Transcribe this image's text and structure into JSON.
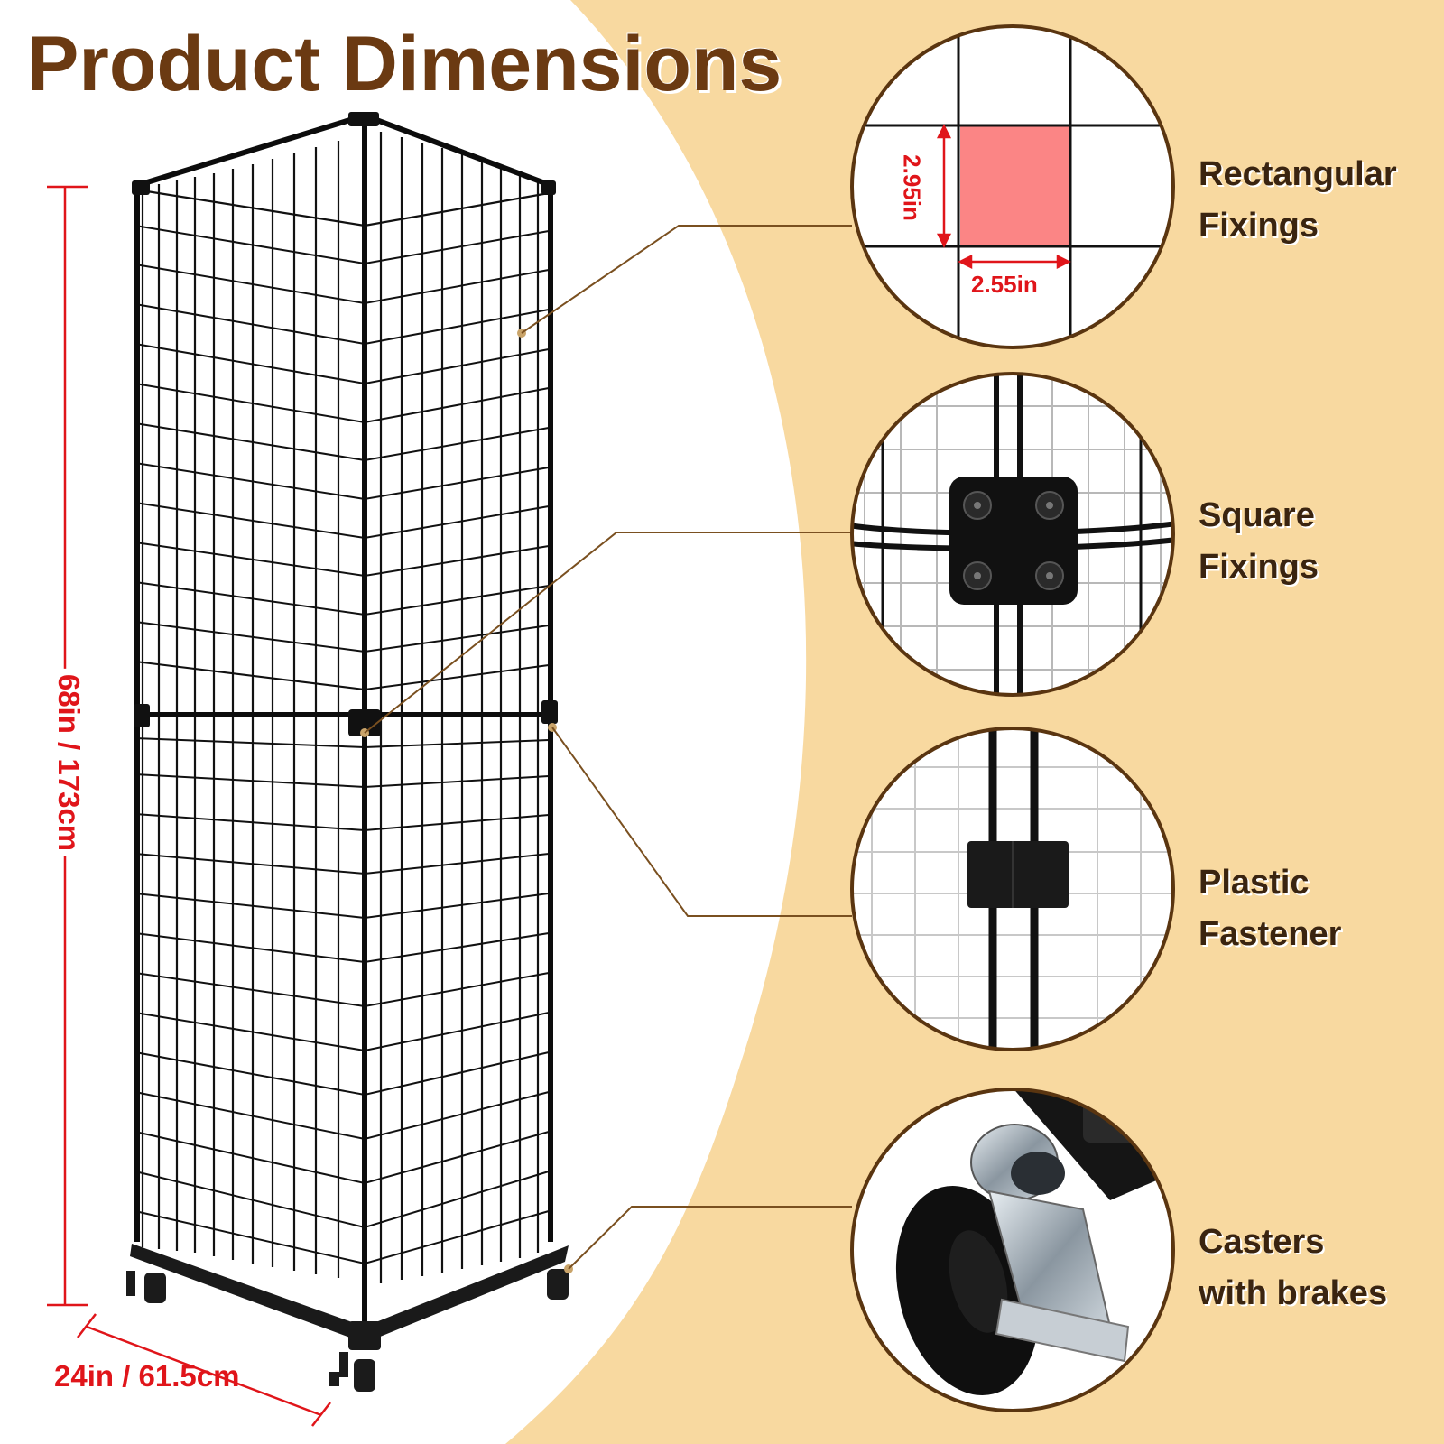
{
  "page_title": "Product Dimensions",
  "dimensions": {
    "height": "68in / 173cm",
    "width": "24in / 61.5cm",
    "grid_width": "2.55in",
    "grid_height": "2.95in"
  },
  "features": [
    {
      "line1": "Rectangular",
      "line2": "Fixings",
      "icon": "grid-closeup"
    },
    {
      "line1": "Square",
      "line2": "Fixings",
      "icon": "square-fixing"
    },
    {
      "line1": "Plastic",
      "line2": "Fastener",
      "icon": "plastic-fastener"
    },
    {
      "line1": "Casters",
      "line2": "with brakes",
      "icon": "caster-wheel"
    }
  ],
  "colors": {
    "title": "#6b3a12",
    "dimension": "#e0151a",
    "accent_bg": "#f8d9a0",
    "circle_border": "#5a3510",
    "frame": "#111111",
    "highlight_cell": "#fb8585"
  }
}
